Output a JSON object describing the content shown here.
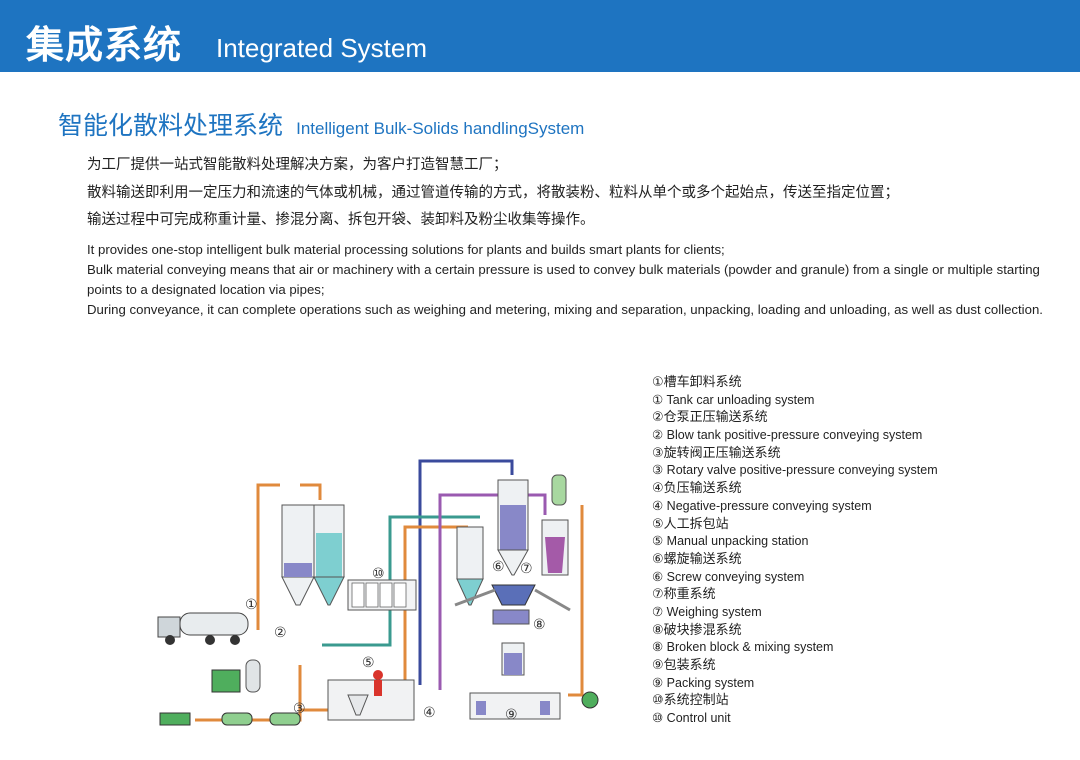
{
  "header": {
    "title_zh": "集成系统",
    "title_en": "Integrated System",
    "bg_color": "#1e74c1"
  },
  "section": {
    "title_zh": "智能化散料处理系统",
    "title_en": "Intelligent Bulk-Solids handlingSystem"
  },
  "intro_zh": [
    "为工厂提供一站式智能散料处理解决方案，为客户打造智慧工厂；",
    "散料输送即利用一定压力和流速的气体或机械，通过管道传输的方式，将散装粉、粒料从单个或多个起始点，传送至指定位置；",
    "输送过程中可完成称重计量、掺混分离、拆包开袋、装卸料及粉尘收集等操作。"
  ],
  "intro_en": [
    "It provides one-stop intelligent bulk material processing solutions for plants and builds smart plants for clients;",
    "Bulk material conveying means that air or machinery with a certain pressure is used to convey bulk materials (powder and granule) from a single or multiple starting points to a designated location via pipes;",
    "During conveyance, it can complete operations such as weighing and metering, mixing and separation, unpacking, loading and unloading, as well as dust collection."
  ],
  "legend": [
    {
      "zh": "①槽车卸料系统",
      "en": "① Tank car unloading system"
    },
    {
      "zh": "②仓泵正压输送系统",
      "en": "② Blow tank positive-pressure conveying system"
    },
    {
      "zh": "③旋转阀正压输送系统",
      "en": "③ Rotary valve positive-pressure conveying system"
    },
    {
      "zh": "④负压输送系统",
      "en": "④ Negative-pressure conveying system"
    },
    {
      "zh": "⑤人工拆包站",
      "en": "⑤ Manual unpacking station"
    },
    {
      "zh": "⑥螺旋输送系统",
      "en": "⑥ Screw conveying system"
    },
    {
      "zh": "⑦称重系统",
      "en": "⑦ Weighing system"
    },
    {
      "zh": "⑧破块掺混系统",
      "en": "⑧ Broken block & mixing system"
    },
    {
      "zh": "⑨包装系统",
      "en": "⑨ Packing system"
    },
    {
      "zh": "⑩系统控制站",
      "en": "⑩ Control unit"
    }
  ],
  "diagram_markers": [
    "①",
    "②",
    "③",
    "④",
    "⑤",
    "⑥",
    "⑦",
    "⑧",
    "⑨",
    "⑩"
  ]
}
